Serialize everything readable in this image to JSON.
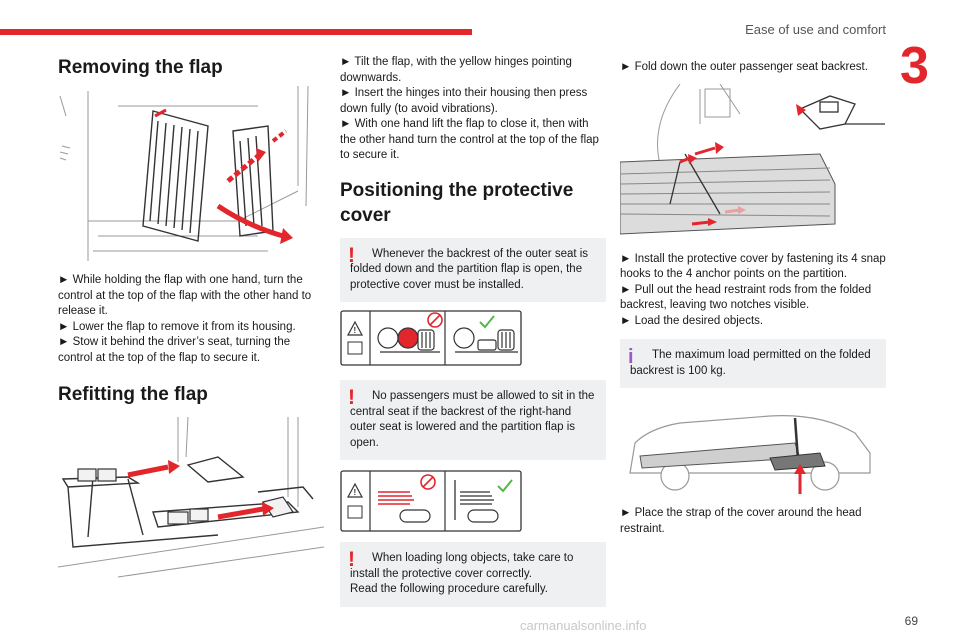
{
  "header": {
    "section_title": "Ease of use and comfort",
    "chapter_number": "3",
    "page_number": "69",
    "watermark": "carmanualsonline.info"
  },
  "col1": {
    "removing_title": "Removing the flap",
    "removing_steps": [
      "► While holding the flap with one hand, turn the control at the top of the flap with the other hand to release it.",
      "► Lower the flap to remove it from its housing.",
      "► Stow it behind the driver’s seat, turning the control at the top of the flap to secure it."
    ],
    "refitting_title": "Refitting the flap"
  },
  "col2": {
    "refitting_steps": [
      "► Tilt the flap, with the yellow hinges pointing downwards.",
      "► Insert the hinges into their housing then press down fully (to avoid vibrations).",
      "► With one hand lift the flap to close it, then with the other hand turn the control at the top of the flap to secure it."
    ],
    "positioning_title": "Positioning the protective cover",
    "warning1": "Whenever the backrest of the outer seat is folded down and the partition flap is open, the protective cover must be installed.",
    "warning2": "No passengers must be allowed to sit in the central seat if the backrest of the right-hand outer seat is lowered and the partition flap is open.",
    "warning3_a": "When loading long objects, take care to install the protective cover correctly.",
    "warning3_b": "Read the following procedure carefully.",
    "warning_mark": "!"
  },
  "col3": {
    "step_fold": "► Fold down the outer passenger seat backrest.",
    "steps_install": [
      "► Install the protective cover by fastening its 4 snap hooks to the 4 anchor points on the partition.",
      "► Pull out the head restraint rods from the folded backrest, leaving two notches visible.",
      "► Load the desired objects."
    ],
    "info_text": "The maximum load permitted on the folded backrest is 100 kg.",
    "info_mark": "i",
    "step_strap": "► Place the strap of the cover around the head restraint."
  },
  "colors": {
    "accent_red": "#e3262c",
    "warning_bg": "#eef0f2",
    "info_purple": "#9b59c4"
  }
}
